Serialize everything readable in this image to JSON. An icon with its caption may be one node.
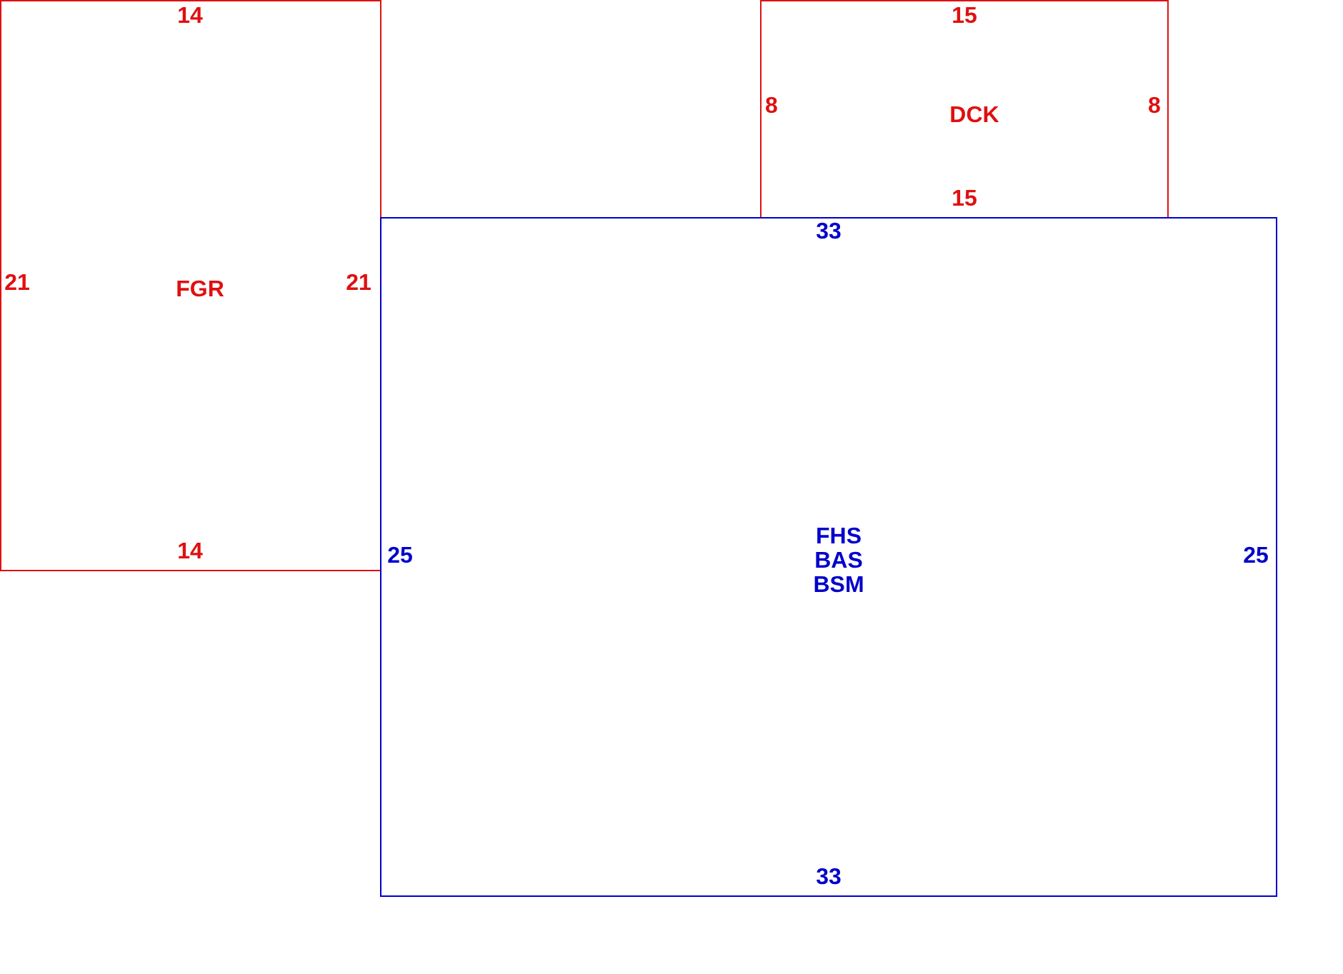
{
  "diagram": {
    "nodes": [
      {
        "text": [
          "FGR"
        ]
      },
      {
        "text": [
          "DCK"
        ]
      },
      {
        "text": [
          "FHS",
          "BAS",
          "BSM"
        ]
      }
    ],
    "labels": [
      "14",
      "15",
      "8",
      "8",
      "15",
      "33",
      "21",
      "21",
      "14",
      "25",
      "25",
      "33"
    ]
  }
}
